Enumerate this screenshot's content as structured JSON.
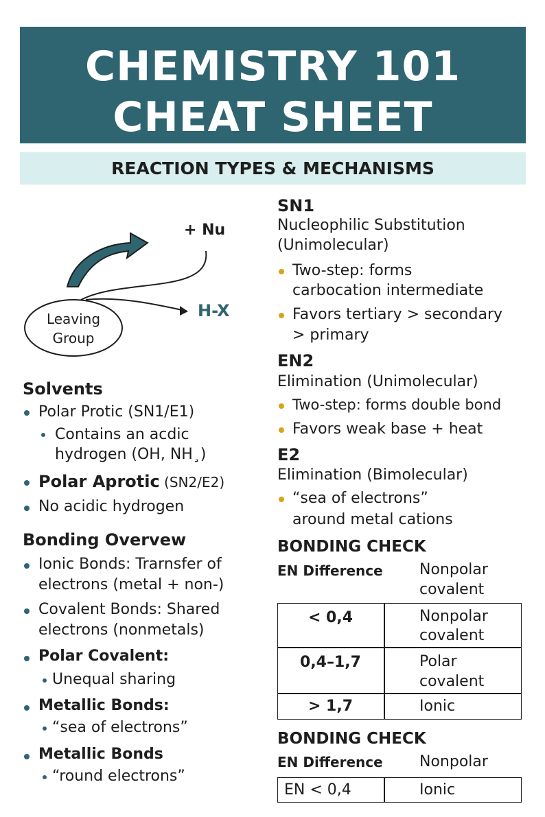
{
  "title": {
    "line1": "CHEMISTRY 101",
    "line2": "CHEAT SHEET"
  },
  "subtitle": "REACTION TYPES & MECHANISMS",
  "diagram": {
    "nucleophile_label": "+ Nu",
    "product_label": "H-X",
    "leaving_group_line1": "Leaving",
    "leaving_group_line2": "Group"
  },
  "solvents": {
    "heading": "Solvents",
    "item1": "Polar Protic (SN1/E1)",
    "item1_sub_line1": "Contains an acdic",
    "item1_sub_line2": "hydrogen (OH, NH¸)",
    "item2_bold": "Polar Aprotic",
    "item2_rest": " (SN2/E2)",
    "item3": "No acidic hydrogen"
  },
  "bonding_overview": {
    "heading": "Bonding Overvew",
    "ionic_line1": "Ionic Bonds: Trarnsfer of",
    "ionic_line2": "electrons (metal + non-)",
    "covalent_line1": "Covalent Bonds: Shared",
    "covalent_line2": "electrons (nonmetals)",
    "polar_heading": "Polar Covalent:",
    "polar_sub": "Unequal sharing",
    "metallic1_heading": "Metallic Bonds:",
    "metallic1_sub": "“sea of electrons”",
    "metallic2_heading": "Metallic Bonds",
    "metallic2_sub": "“round electrons”"
  },
  "sn1": {
    "heading": "SN1",
    "desc_line1": "Nucleophilic Substitution",
    "desc_line2": "(Unimolecular)",
    "b1_line1": "Two-step: forms",
    "b1_line2": "carbocation intermediate",
    "b2_line1": "Favors tertiary > secondary",
    "b2_line2": "> primary"
  },
  "en2": {
    "heading": "EN2",
    "desc": "Elimination (Unimolecular)",
    "b1": "Two-step: forms double bond",
    "b2": "Favors weak base + heat"
  },
  "e2": {
    "heading": "E2",
    "desc": "Elimination (Bimolecular)",
    "b1_line1": "“sea of electrons”",
    "b1_line2": "around metal cations"
  },
  "bonding_check_1": {
    "heading": "BONDING CHECK",
    "col_header": "EN Difference",
    "header_value_line1": "Nonpolar",
    "header_value_line2": "covalent",
    "rows": [
      {
        "range": "< 0,4",
        "type_line1": "Nonpolar",
        "type_line2": "covalent"
      },
      {
        "range": "0,4–1,7",
        "type_line1": "Polar",
        "type_line2": "covalent"
      },
      {
        "range": "> 1,7",
        "type_line1": "Ionic",
        "type_line2": ""
      }
    ]
  },
  "bonding_check_2": {
    "heading": "BONDING CHECK",
    "col_header": "EN Difference",
    "header_value": "Nonpolar",
    "row_range": "EN < 0,4",
    "row_type": "Ionic"
  },
  "colors": {
    "banner": "#2f6570",
    "subtitle_bg": "#d9eeee",
    "bullet_gold": "#d9a21a",
    "bullet_teal": "#2f6570"
  }
}
